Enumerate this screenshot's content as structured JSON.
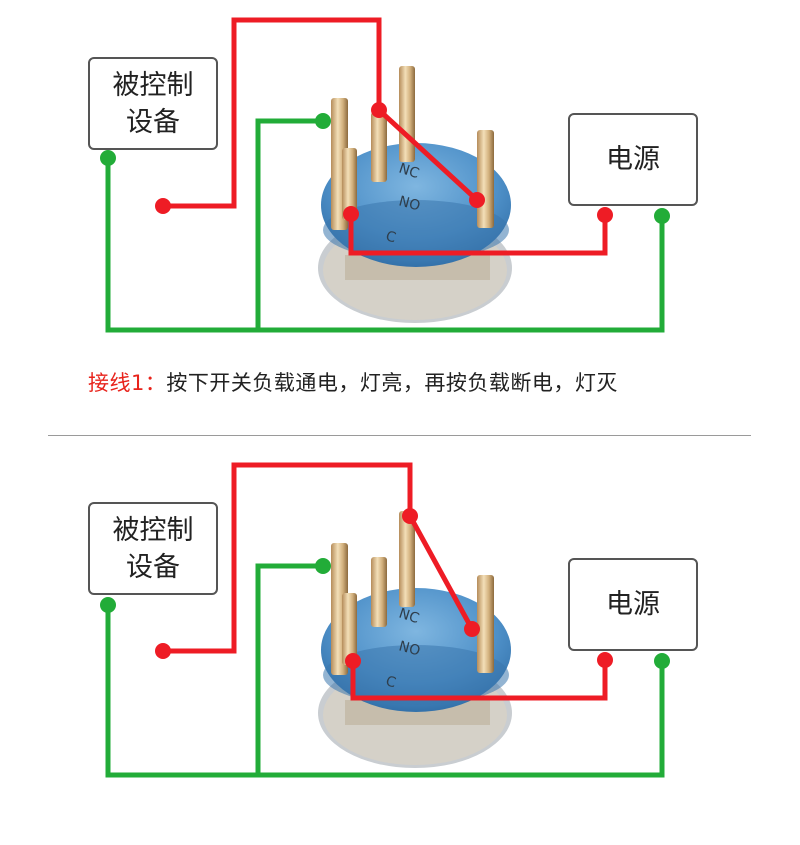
{
  "panels": [
    {
      "device_label": "被控制设备",
      "power_label": "电源",
      "terminal_labels": [
        "NC",
        "NO",
        "C"
      ]
    },
    {
      "device_label": "被控制设备",
      "power_label": "电源",
      "terminal_labels": [
        "NC",
        "NO",
        "C"
      ]
    }
  ],
  "caption": {
    "label": "接线1：",
    "text": "按下开关负载通电，灯亮，再按负载断电，灯灭"
  },
  "colors": {
    "red_wire": "#ee1c25",
    "green_wire": "#22ac38",
    "label_red": "#e8231b",
    "switch_body": "#4f91c9"
  }
}
